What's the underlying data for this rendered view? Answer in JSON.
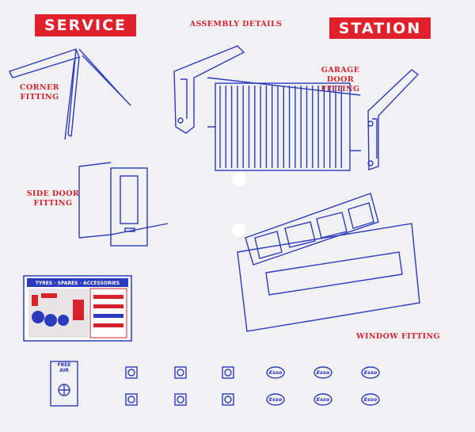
{
  "banners": {
    "service": "SERVICE",
    "station": "STATION"
  },
  "labels": {
    "assembly": "ASSEMBLY DETAILS",
    "corner": "CORNER FITTING",
    "garage": "GARAGE DOOR FITTING",
    "side_door": "SIDE DOOR FITTING",
    "window": "WINDOW FITTING"
  },
  "sign": {
    "text": "TYRES · SPARES · ACCESSORIES"
  },
  "free_air": "FREE AIR",
  "brand": "Esso",
  "colors": {
    "background": "#f1f1f3",
    "banner_red": "#e0202a",
    "label_red": "#d6232b",
    "line_blue": "#2b3bbd"
  }
}
